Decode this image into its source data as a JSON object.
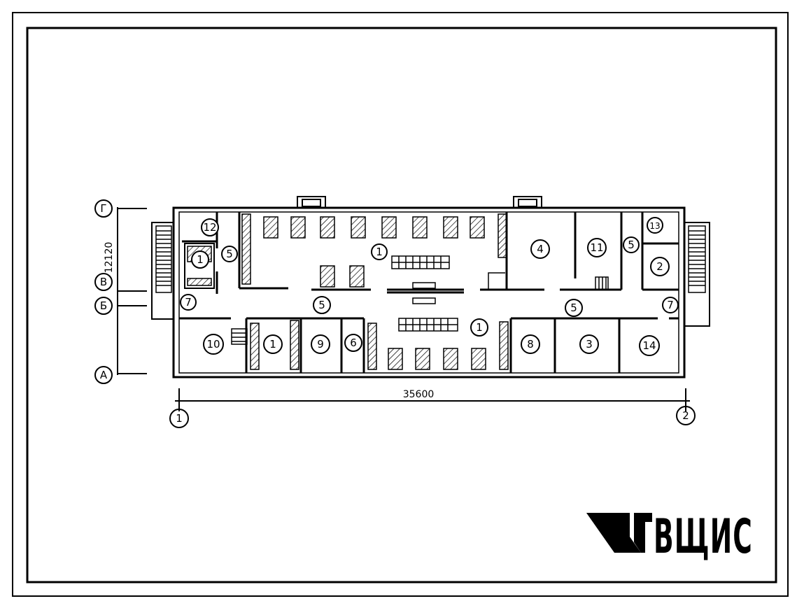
{
  "plan": {
    "dimensions": {
      "length": "35600",
      "width": "12120"
    },
    "axes": {
      "rows": [
        "Г",
        "В",
        "Б",
        "А"
      ],
      "columns": [
        "1",
        "2"
      ]
    },
    "room_labels": {
      "r12": "12",
      "r1_sanitary": "1",
      "r5_left": "5",
      "r1_main": "1",
      "r4": "4",
      "r11": "11",
      "r5_right": "5",
      "r13": "13",
      "r2": "2",
      "r7_left": "7",
      "r5_corr_left": "5",
      "r5_corr_right": "5",
      "r7_right": "7",
      "r10": "10",
      "r1_small": "1",
      "r9": "9",
      "r6": "6",
      "r1_lower": "1",
      "r8": "8",
      "r3": "3",
      "r14": "14"
    }
  },
  "logo": {
    "text": "ВЩИС",
    "icon": "ntvtsis-emblem-icon"
  }
}
